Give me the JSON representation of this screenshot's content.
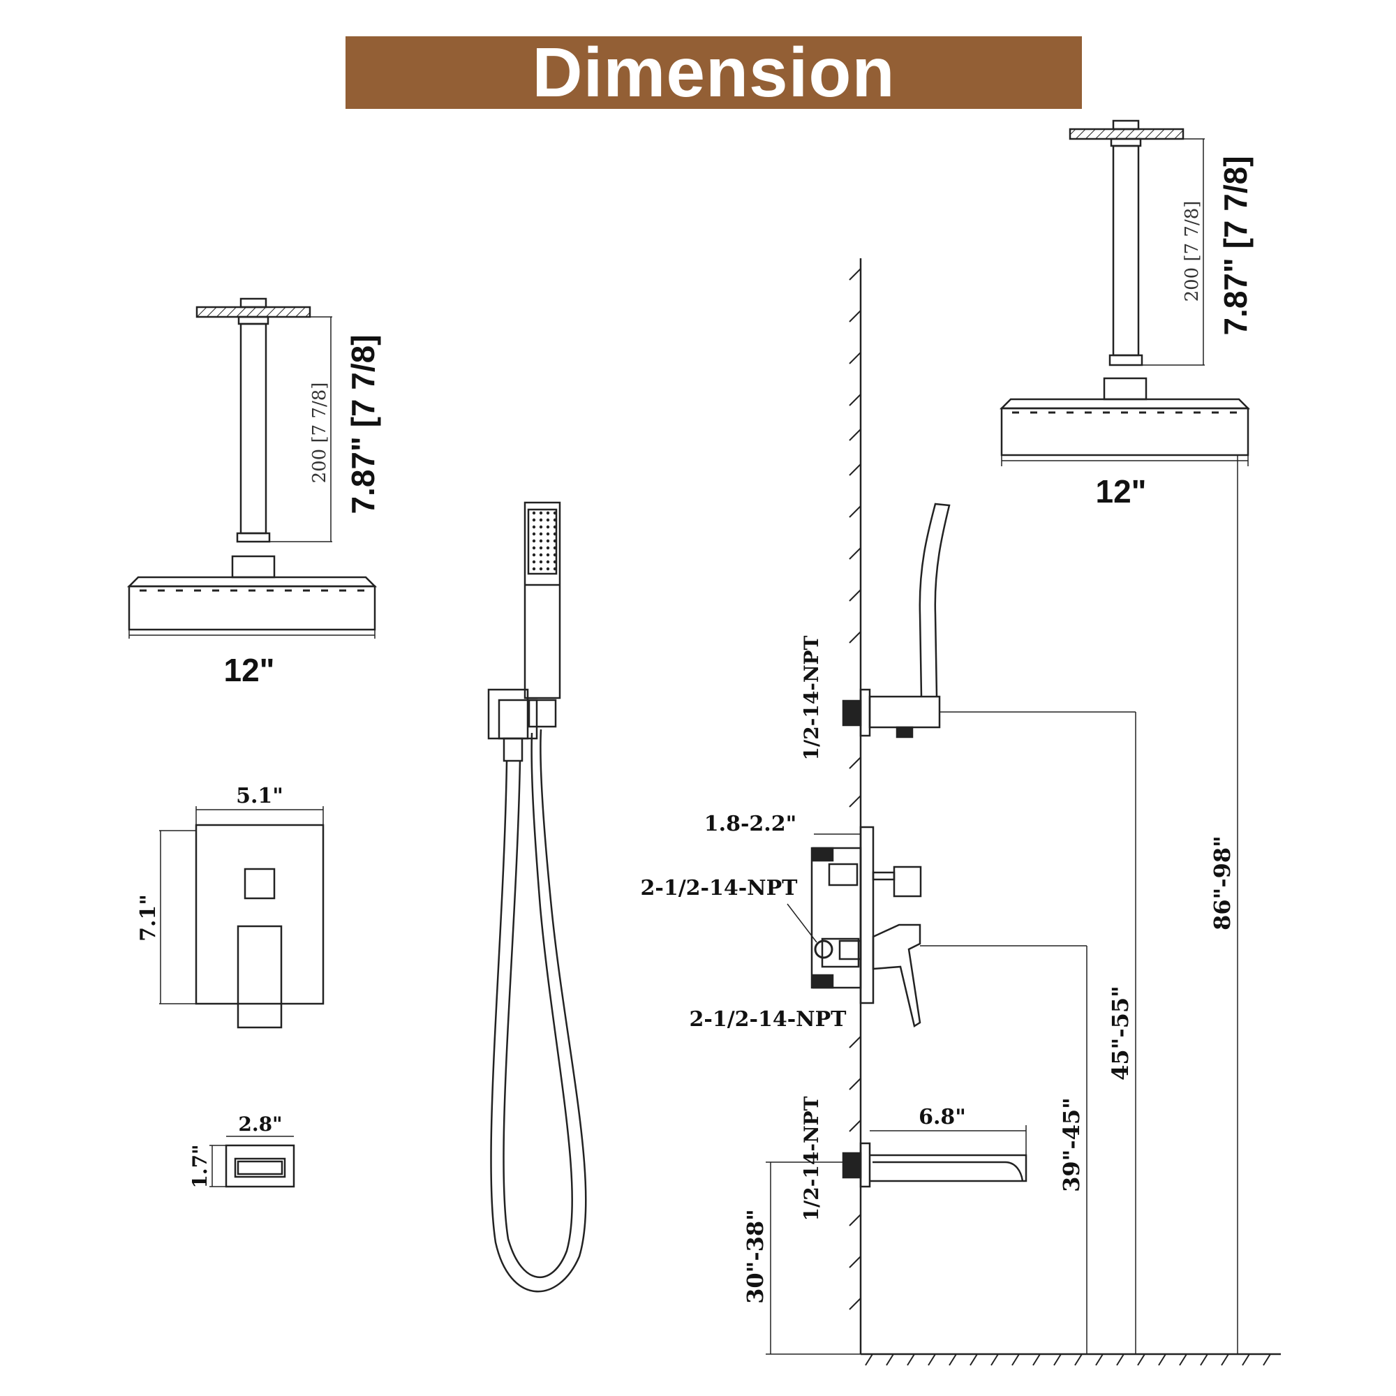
{
  "header": {
    "title": "Dimension",
    "bar_color": "#935f35",
    "text_color": "#ffffff"
  },
  "left_shower_head": {
    "arm_length_mm": "200 [7 7/8]",
    "arm_length_in": "7.87\" [7 7/8]",
    "head_width": "12\""
  },
  "right_shower_head": {
    "arm_length_mm": "200 [7 7/8]",
    "arm_length_in": "7.87\" [7 7/8]",
    "head_width": "12\""
  },
  "trim_plate": {
    "width": "5.1\"",
    "height": "7.1\""
  },
  "small_part": {
    "width": "2.8\"",
    "height": "1.7\""
  },
  "side_view": {
    "handshower_connection": "1/2-14-NPT",
    "valve_depth": "1.8-2.2\"",
    "valve_inlet_upper": "2-1/2-14-NPT",
    "valve_inlet_lower": "2-1/2-14-NPT",
    "spout_connection": "1/2-14-NPT",
    "spout_length": "6.8\"",
    "shower_head_height": "86\"-98\"",
    "handshower_height": "45\"-55\"",
    "valve_height": "39\"-45\"",
    "spout_height": "30\"-38\""
  }
}
